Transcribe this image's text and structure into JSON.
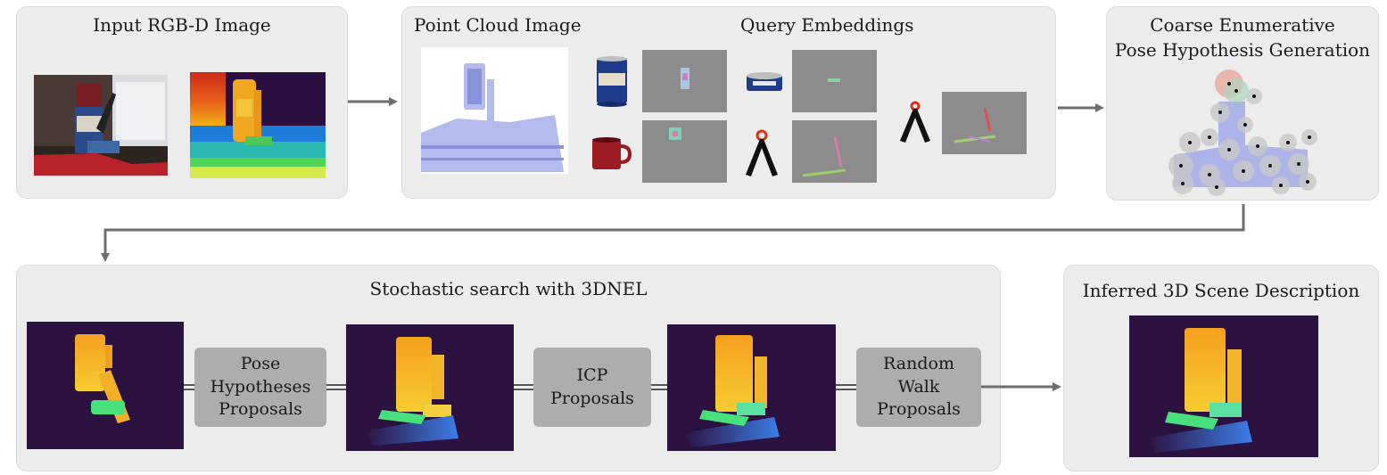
{
  "top": {
    "input_title": "Input RGB-D Image",
    "pointcloud_title": "Point Cloud Image",
    "query_title": "Query Embeddings",
    "coarse_title_line1": "Coarse Enumerative",
    "coarse_title_line2": "Pose Hypothesis Generation"
  },
  "bottom": {
    "search_title": "Stochastic search with 3DNEL",
    "inferred_title": "Inferred 3D Scene Description",
    "proposal_boxes": [
      {
        "line1": "Pose",
        "line2": "Hypotheses",
        "line3": "Proposals"
      },
      {
        "line1": "ICP",
        "line2": "Proposals"
      },
      {
        "line1": "Random",
        "line2": "Walk",
        "line3": "Proposals"
      }
    ]
  },
  "colors": {
    "panel": "#ececec",
    "arrow": "#6e6e6e",
    "proposal_box": "#adadad",
    "depth_background": "#2c1240",
    "embedding_background": "#8c8c8c"
  },
  "icons": [
    "can-icon",
    "mug-icon",
    "tuna-can-icon",
    "clamp-icon"
  ]
}
